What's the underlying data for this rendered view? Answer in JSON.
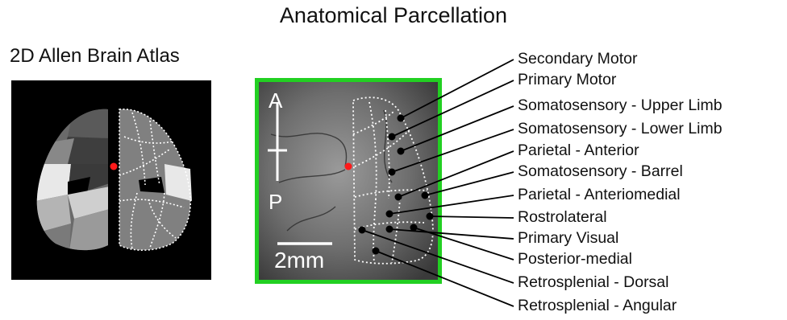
{
  "title": "Anatomical Parcellation",
  "atlas": {
    "title": "2D Allen Brain Atlas"
  },
  "photo": {
    "axis_top": "A",
    "axis_bottom": "P",
    "scale_bar": "2mm",
    "border_color": "#22d022"
  },
  "regions": [
    "Secondary Motor",
    "Primary Motor",
    "Somatosensory - Upper Limb",
    "Somatosensory - Lower Limb",
    "Parietal - Anterior",
    "Somatosensory - Barrel",
    "Parietal - Anteriomedial",
    "Rostrolateral",
    "Primary Visual",
    "Posterior-medial",
    "Retrosplenial - Dorsal",
    "Retrosplenial - Angular"
  ],
  "colors": {
    "bregma_marker": "#ff1a1a",
    "outline": "#ffffff"
  }
}
